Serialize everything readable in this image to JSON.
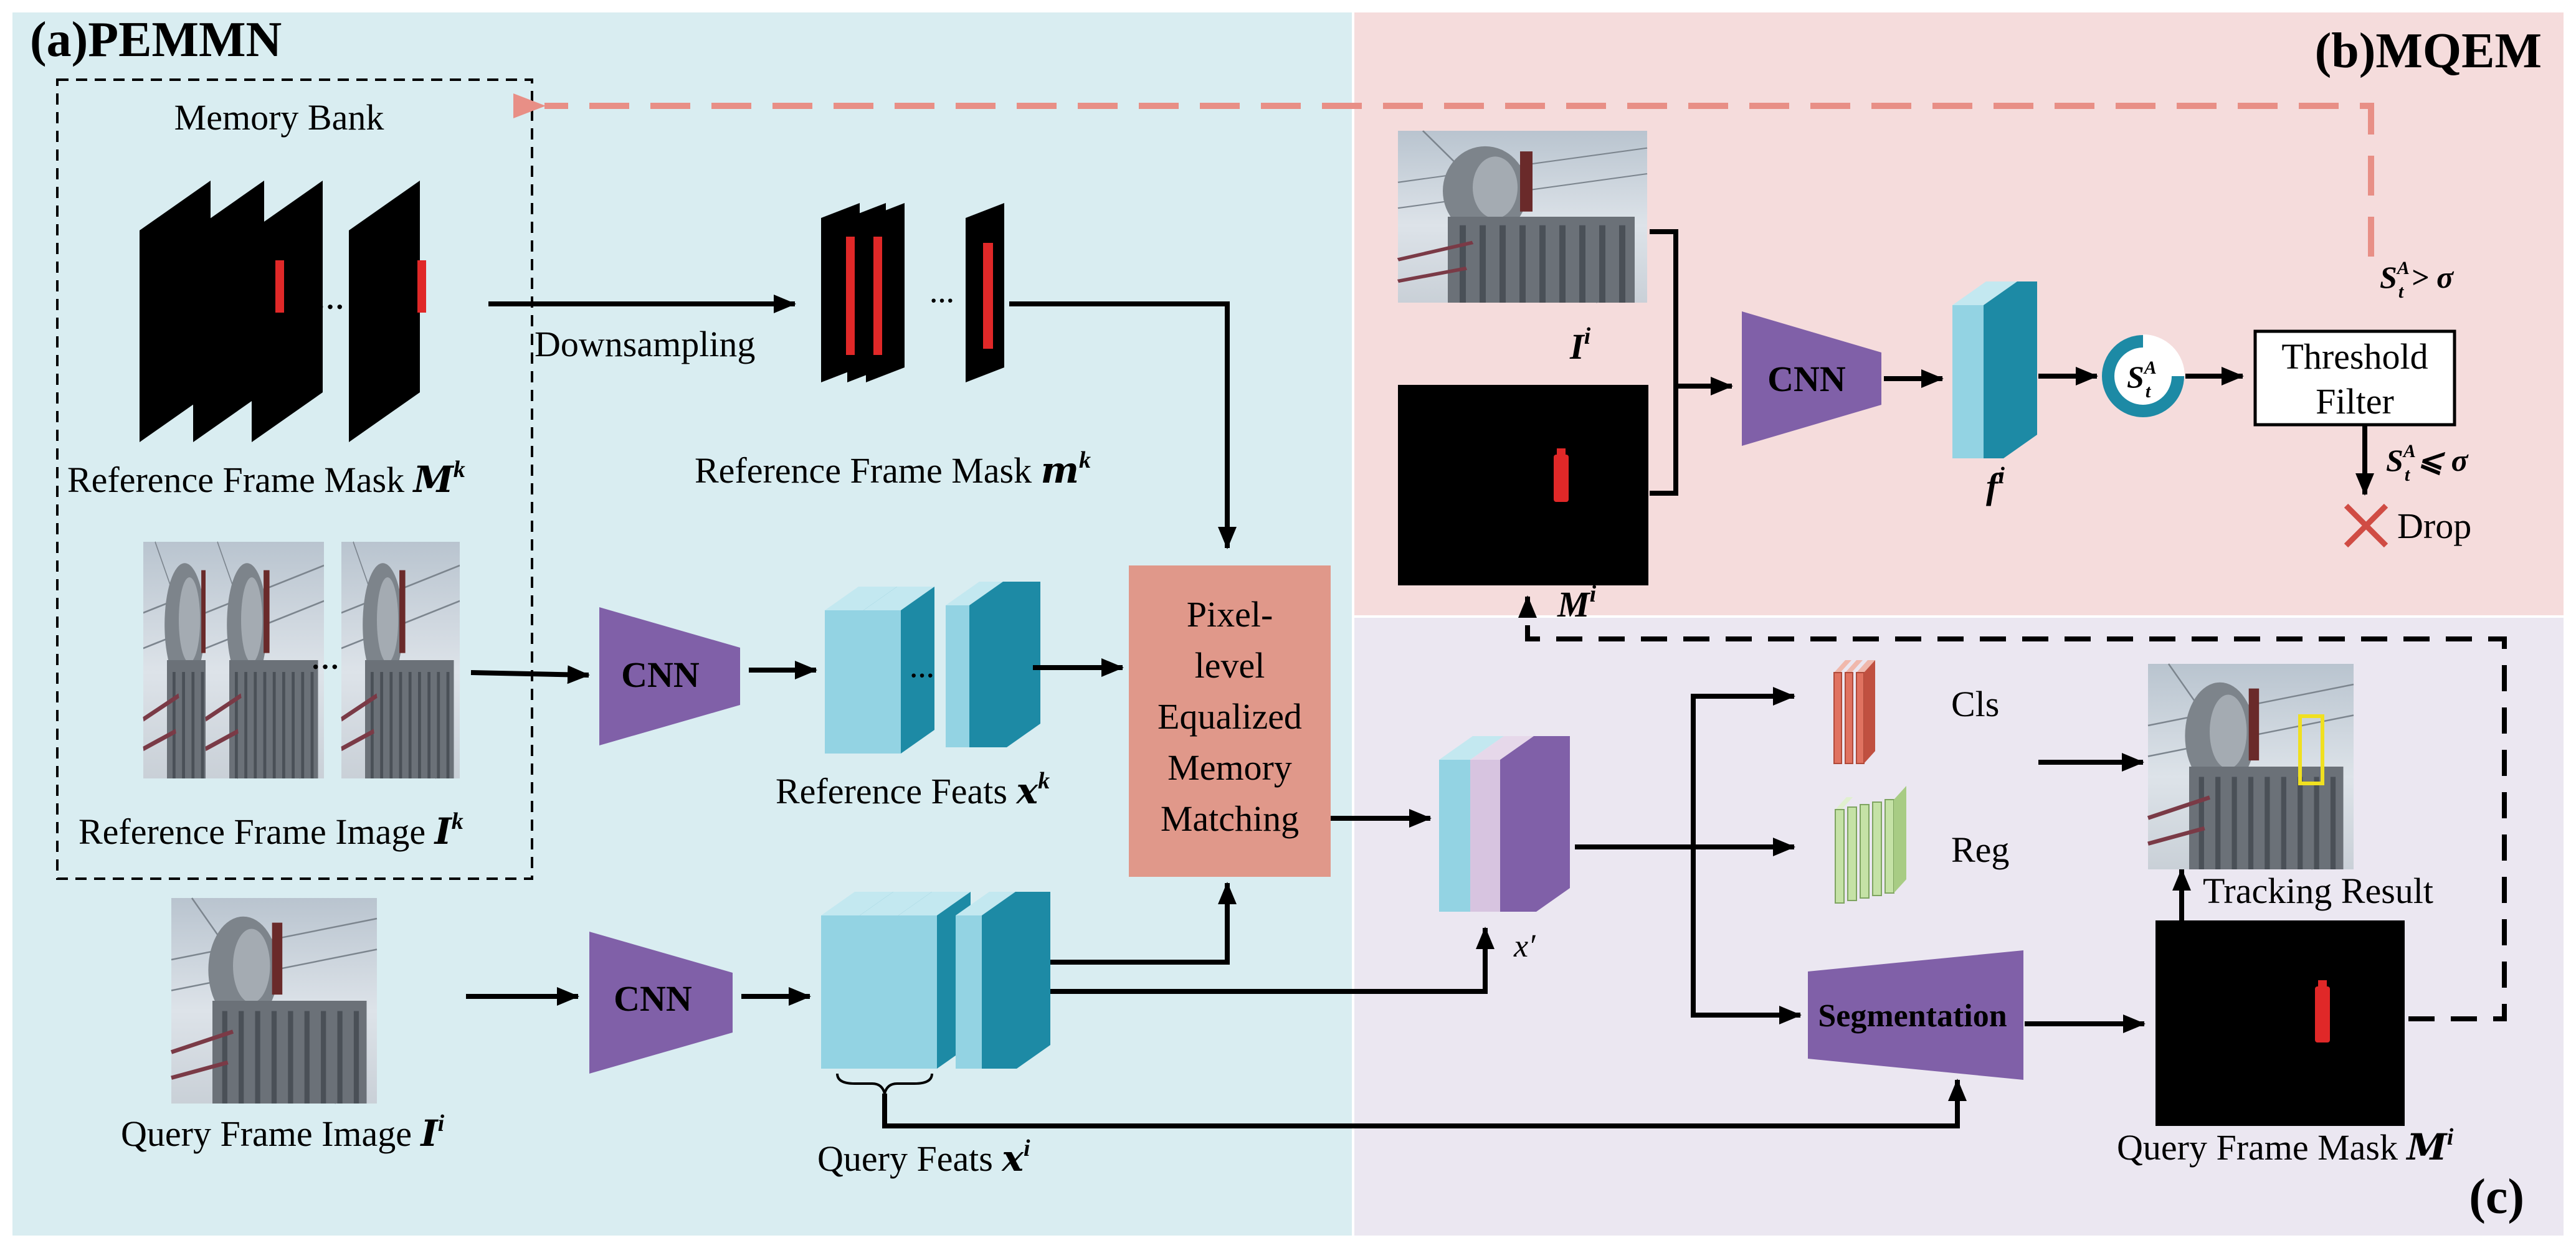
{
  "panels": {
    "a_label": "(a)PEMMN",
    "b_label": "(b)MQEM",
    "c_label": "(c)"
  },
  "memory_bank": {
    "title": "Memory Bank",
    "ref_mask_label": "Reference Frame Mask",
    "ref_mask_symbol": "M",
    "ref_mask_sup": "k",
    "ref_image_label": "Reference Frame Image",
    "ref_image_symbol": "I",
    "ref_image_sup": "k",
    "ellipsis": "···"
  },
  "downsampling_label": "Downsampling",
  "ref_small_mask": {
    "label": "Reference Frame Mask",
    "symbol": "m",
    "sup": "k"
  },
  "cnn_label": "CNN",
  "ref_feats": {
    "label": "Reference Feats",
    "symbol": "x",
    "sup": "k",
    "dots": "···"
  },
  "matching_box": {
    "line1": "Pixel-",
    "line2": "level",
    "line3": "Equalized",
    "line4": "Memory",
    "line5": "Matching"
  },
  "query_image": {
    "label": "Query Frame Image",
    "symbol": "I",
    "sup": "i"
  },
  "query_feats": {
    "label": "Query Feats",
    "symbol": "x",
    "sup": "i"
  },
  "fused_feat": {
    "symbol": "x′"
  },
  "mqem": {
    "image_symbol": "I",
    "image_sup": "i",
    "mask_symbol": "M",
    "mask_sup": "i",
    "feat_symbol": "f",
    "feat_sup": "i",
    "score_symbol": "S",
    "score_sup": "A",
    "score_sub": "t",
    "threshold_line1": "Threshold",
    "threshold_line2": "Filter",
    "cond_gt": "> σ",
    "cond_le": "⩽ σ",
    "drop_label": "Drop"
  },
  "heads": {
    "cls": "Cls",
    "reg": "Reg",
    "segmentation": "Segmentation"
  },
  "tracking_result_label": "Tracking Result",
  "query_mask": {
    "label": "Query Frame Mask",
    "symbol": "M",
    "sup": "i"
  },
  "colors": {
    "panel_a_bg": "#d9edf1",
    "panel_b_bg": "#f5dcdc",
    "panel_c_bg": "#ebe7f1",
    "cnn_purple": "#8060a8",
    "matching_box": "#e0988a",
    "feat_light": "#93d3e3",
    "feat_dark": "#1d8aa5",
    "feedback_dash": "#e88f86",
    "drop_x": "#d04c44",
    "mask_red": "#e02828",
    "cls_red": "#e07260",
    "reg_green": "#c5e2a6"
  }
}
